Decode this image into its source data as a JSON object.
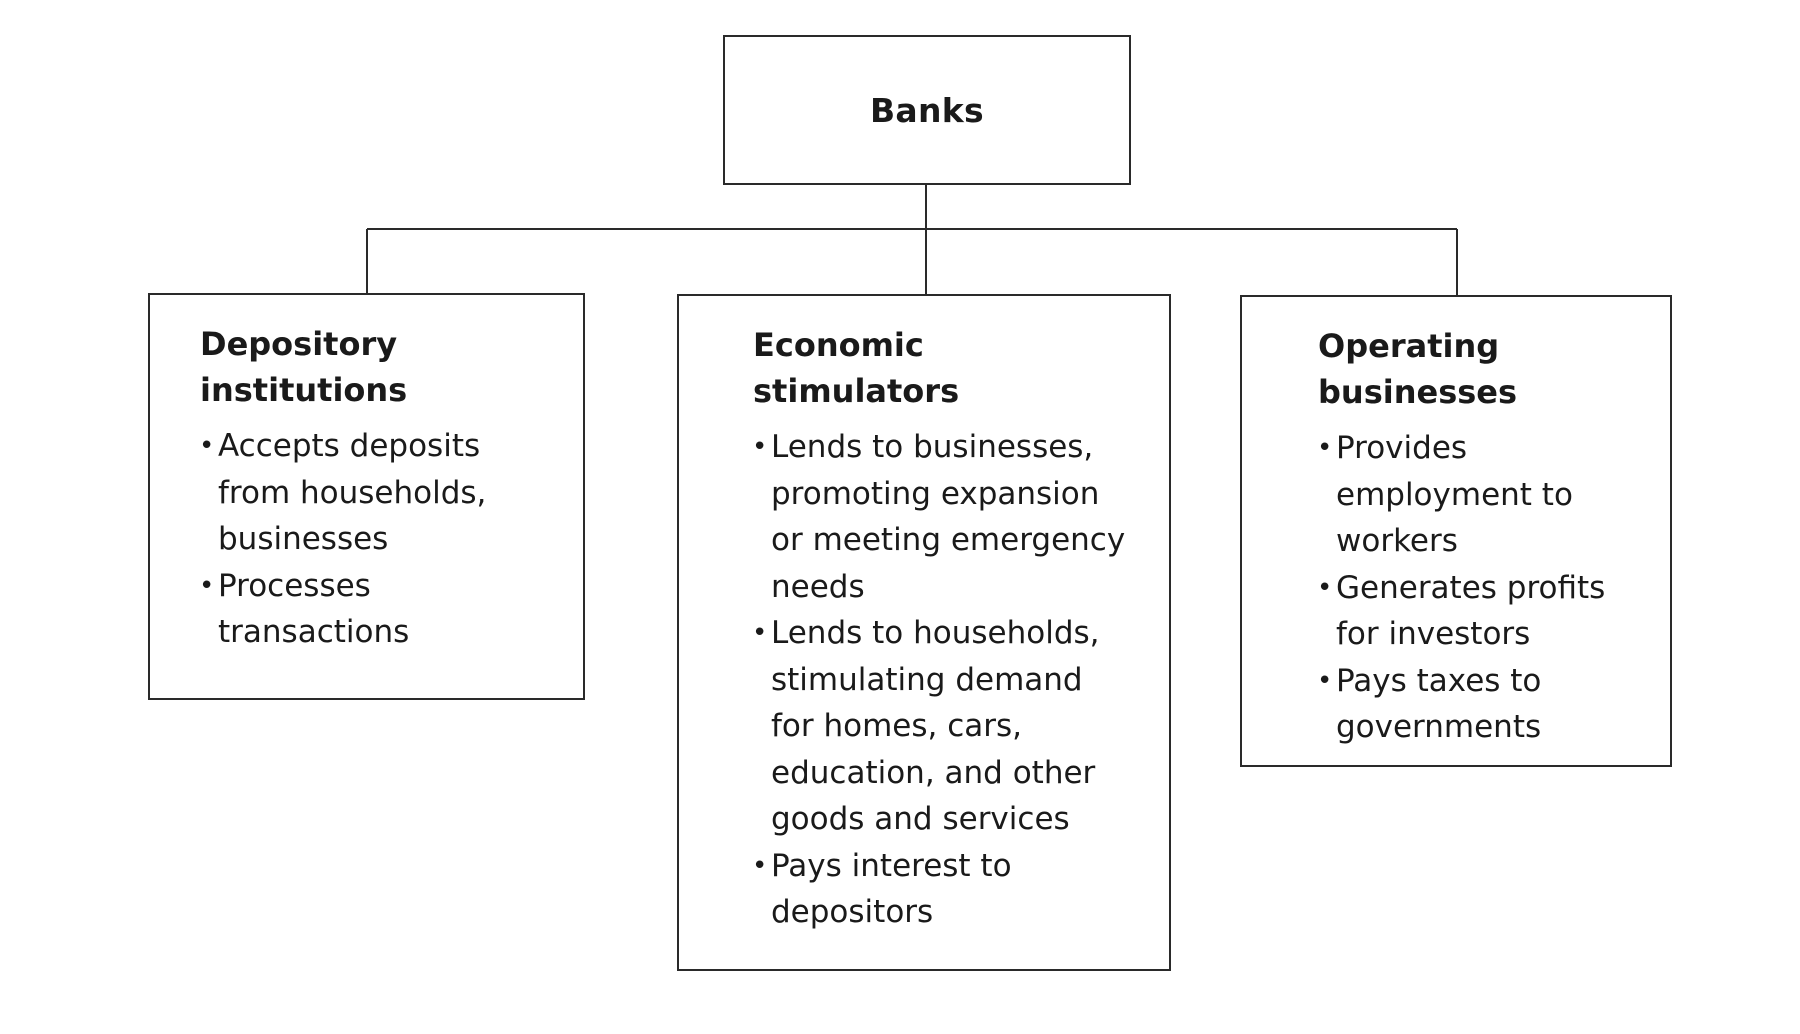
{
  "root": {
    "title": "Banks"
  },
  "children": [
    {
      "title": "Depository\ninstitutions",
      "bullets": [
        "Accepts deposits\nfrom households,\nbusinesses",
        "Processes\ntransactions"
      ]
    },
    {
      "title": "Economic\nstimulators",
      "bullets": [
        "Lends to businesses,\npromoting expansion\nor meeting emergency\nneeds",
        "Lends to households,\nstimulating demand\nfor homes, cars,\neducation, and other\ngoods and services",
        "Pays interest to\ndepositors"
      ]
    },
    {
      "title": "Operating\nbusinesses",
      "bullets": [
        "Provides\nemployment to\nworkers",
        "Generates profits\nfor investors",
        "Pays taxes to\ngovernments"
      ]
    }
  ]
}
